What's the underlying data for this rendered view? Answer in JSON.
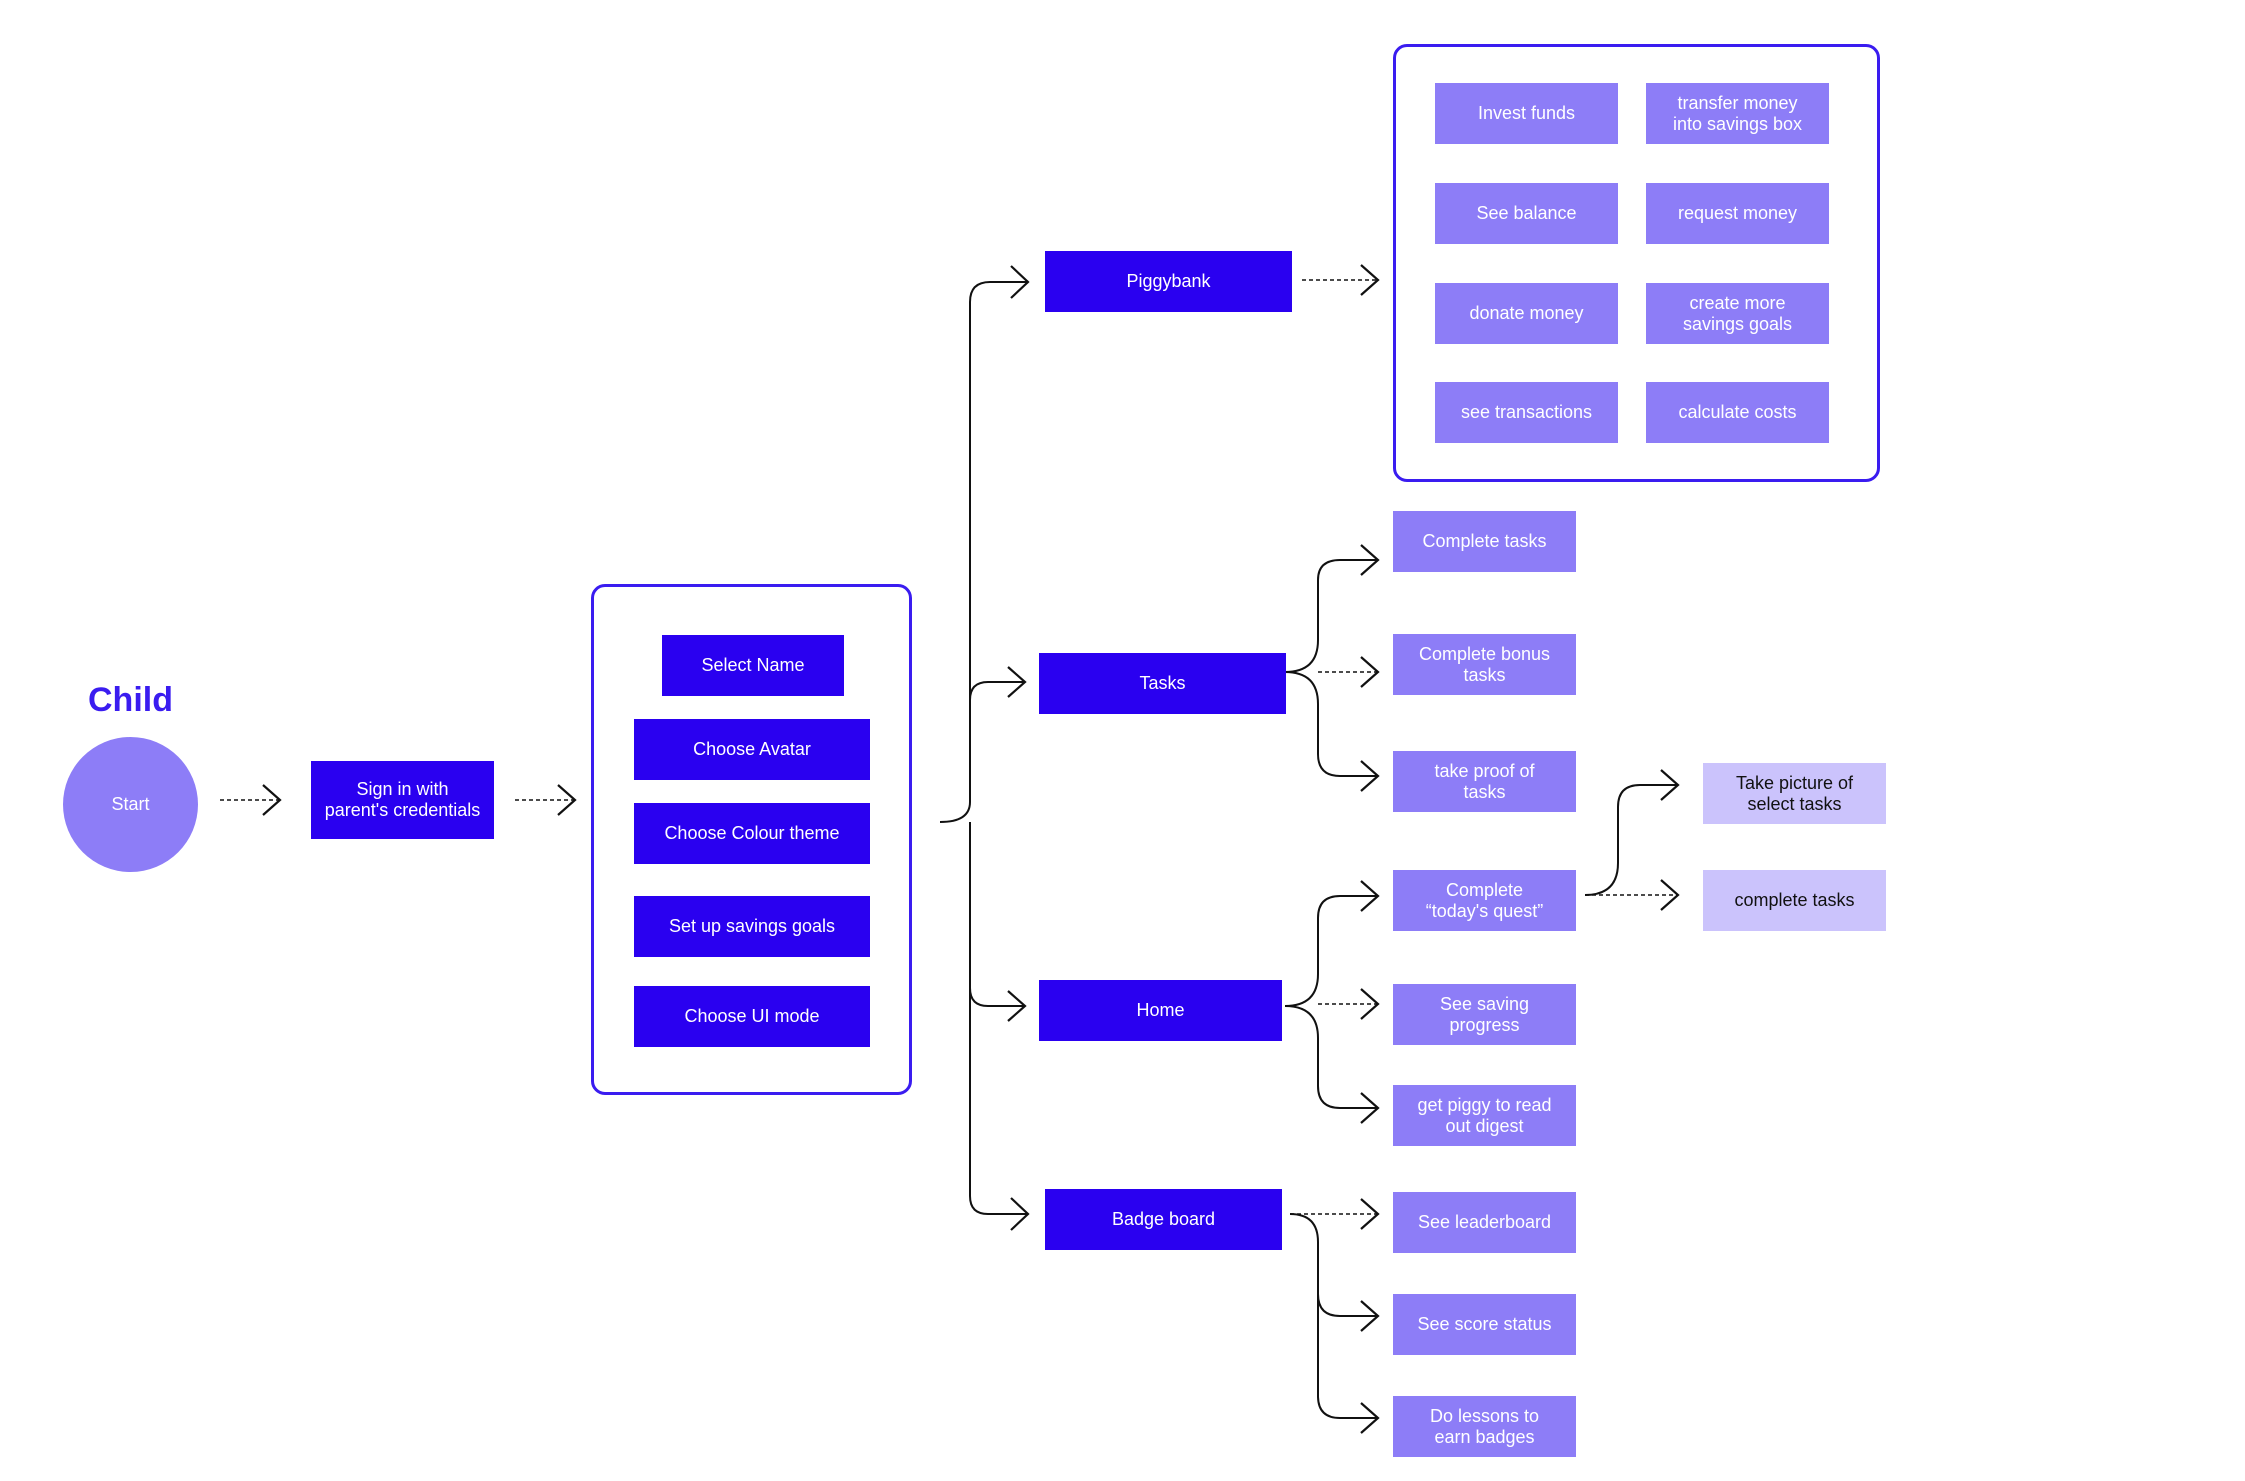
{
  "title": "Child",
  "colors": {
    "primary": "#2a00f0",
    "secondary": "#8d7df7",
    "tertiary": "#cbc3fc",
    "outline": "#3a1cf0"
  },
  "start": "Start",
  "sign_in": "Sign in with\nparent's credentials",
  "setup": [
    "Select Name",
    "Choose Avatar",
    "Choose Colour theme",
    "Set up savings goals",
    "Choose UI mode"
  ],
  "sections": {
    "piggybank": "Piggybank",
    "tasks": "Tasks",
    "home": "Home",
    "badge_board": "Badge board"
  },
  "piggybank_actions": [
    "Invest funds",
    "transfer money\ninto savings box",
    "See balance",
    "request money",
    "donate money",
    "create more\nsavings goals",
    "see transactions",
    "calculate costs"
  ],
  "tasks_actions": [
    "Complete tasks",
    "Complete bonus\ntasks",
    "take proof of\ntasks"
  ],
  "home_actions": [
    "Complete\n“today's quest”",
    "See saving\nprogress",
    "get piggy to read\nout digest"
  ],
  "quest_actions": [
    "Take picture of\nselect tasks",
    "complete tasks"
  ],
  "badge_actions": [
    "See leaderboard",
    "See score status",
    "Do lessons to\nearn badges"
  ]
}
